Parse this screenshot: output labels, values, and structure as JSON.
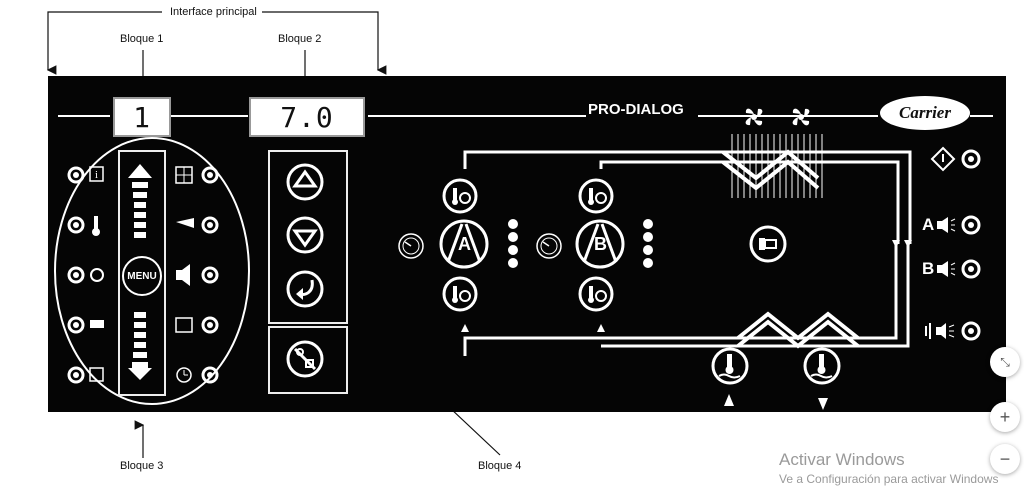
{
  "annotations": {
    "interface_label": "Interface principal",
    "bloque1": "Bloque 1",
    "bloque2": "Bloque 2",
    "bloque3": "Bloque 3",
    "bloque4": "Bloque 4"
  },
  "panel": {
    "display1_value": "1",
    "display2_value": "7.0",
    "brand_text": "PRO-DIALOG",
    "logo_text": "Carrier",
    "menu_label": "MENU",
    "circuit_a_label": "A",
    "circuit_b_label": "B",
    "alarm_a_label": "A",
    "alarm_b_label": "B"
  },
  "watermark": {
    "title": "Activar Windows",
    "subtitle": "Ve a Configuración para activar Windows"
  },
  "zoom": {
    "fit_icon": "fit-screen-icon",
    "zoom_in_symbol": "+",
    "zoom_out_symbol": "−"
  },
  "colors": {
    "panel": "#050505",
    "lcd": "#ffffff",
    "watermark": "#9a9a9a"
  }
}
